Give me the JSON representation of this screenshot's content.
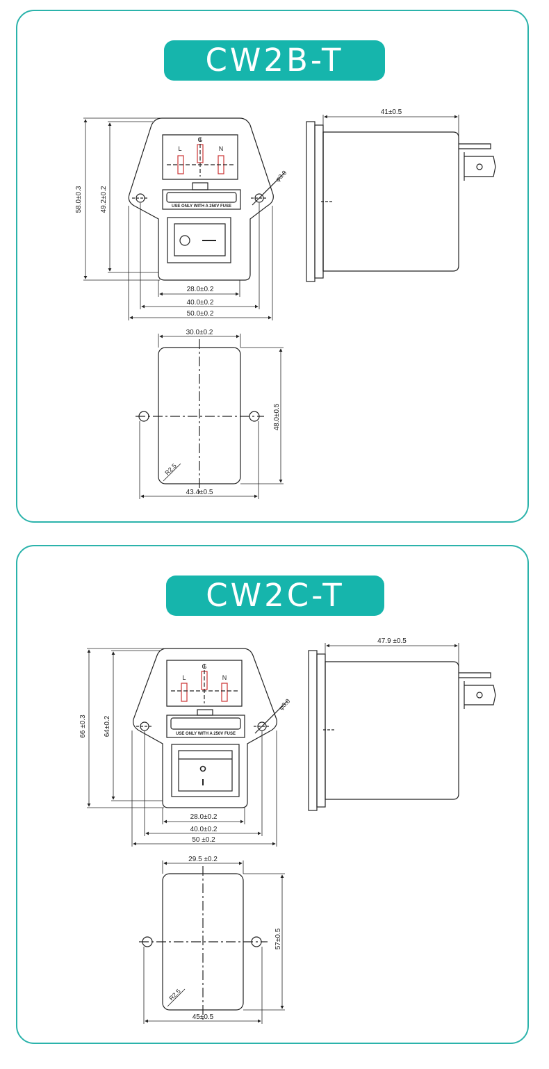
{
  "sections": [
    {
      "title": "CW2B-T",
      "front": {
        "pins": [
          "L",
          "G",
          "N"
        ],
        "fuse_label": "USE ONLY WITH A 250V FUSE",
        "hole_dim": "φ3.0",
        "height_outer": "58.0±0.3",
        "height_inner": "49.2±0.2",
        "width_body": "28.0±0.2",
        "width_holes": "40.0±0.2",
        "width_flange": "50.0±0.2"
      },
      "side": {
        "depth": "41±0.5"
      },
      "cutout": {
        "width": "30.0±0.2",
        "height": "48.0±0.5",
        "radius": "R2.5",
        "hole_pitch": "43.4±0.5"
      }
    },
    {
      "title": "CW2C-T",
      "front": {
        "pins": [
          "L",
          "G",
          "N"
        ],
        "fuse_label": "USE ONLY WITH A 250V FUSE",
        "hole_dim": "φ3.0",
        "height_outer": "66 ±0.3",
        "height_inner": "64±0.2",
        "width_body": "28.0±0.2",
        "width_holes": "40.0±0.2",
        "width_flange": "50 ±0.2",
        "switch_marks": [
          "O",
          "I"
        ]
      },
      "side": {
        "depth": "47.9 ±0.5"
      },
      "cutout": {
        "width": "29.5 ±0.2",
        "height": "57±0.5",
        "radius": "R2.5",
        "hole_pitch": "45±0.5"
      }
    }
  ]
}
